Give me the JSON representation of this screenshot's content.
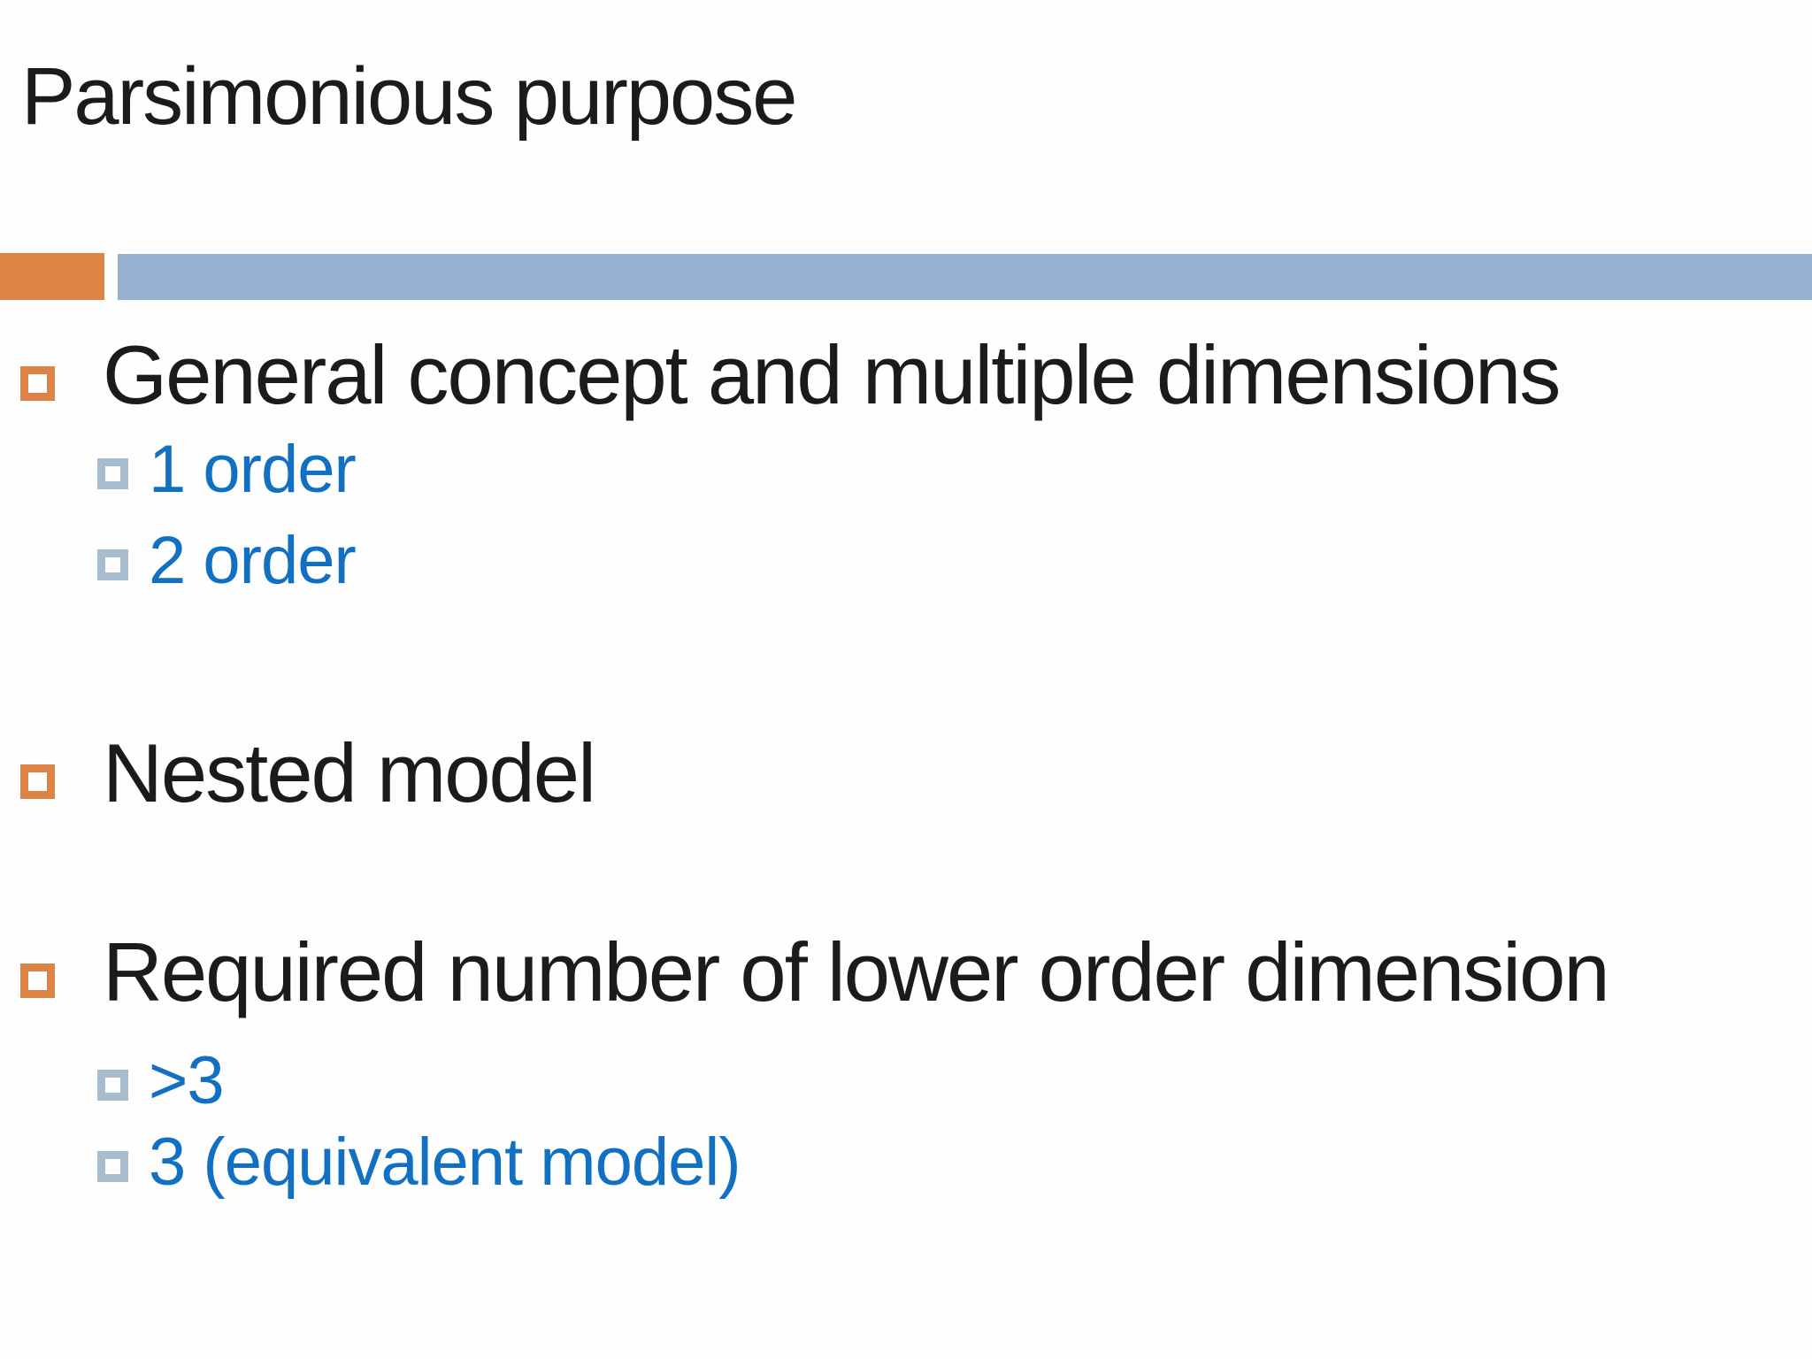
{
  "slide": {
    "title": "Parsimonious purpose",
    "accent_bar": {
      "orange_color": "#dd8346",
      "blue_color": "#95b3d0"
    },
    "colors": {
      "level1_bullet_square": "#dd8346",
      "level2_bullet_square": "#a7bcce",
      "level1_text": "#1b1b1b",
      "level2_text": "#1170c2",
      "background": "#fefefe"
    },
    "bullets": [
      {
        "level": 1,
        "text": "General concept and multiple dimensions"
      },
      {
        "level": 2,
        "text": "1 order"
      },
      {
        "level": 2,
        "text": "2 order"
      },
      {
        "level": 1,
        "text": "Nested model"
      },
      {
        "level": 1,
        "text": "Required number of lower order dimension"
      },
      {
        "level": 2,
        "text": ">3"
      },
      {
        "level": 2,
        "text": "3 (equivalent model)"
      }
    ]
  }
}
